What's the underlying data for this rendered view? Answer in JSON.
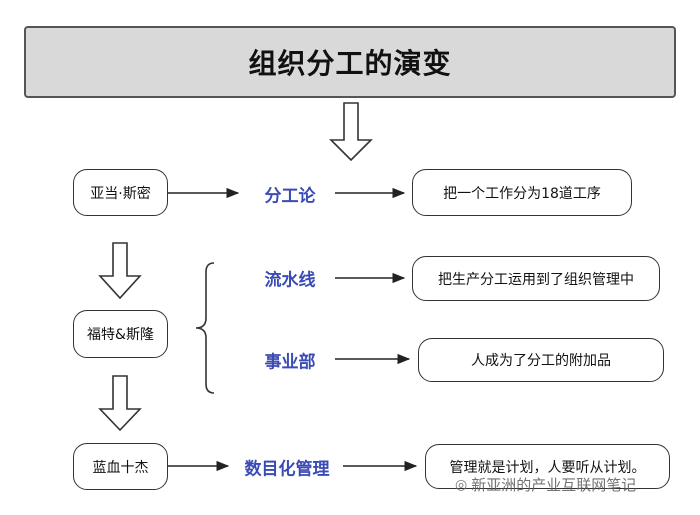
{
  "title": "组织分工的演变",
  "people": {
    "smith": "亚当·斯密",
    "ford": "福特&斯隆",
    "bluechip": "蓝血十杰"
  },
  "concepts": {
    "division": "分工论",
    "assembly": "流水线",
    "division_dept": "事业部",
    "digital": "数目化管理"
  },
  "outcomes": {
    "division": "把一个工作分为18道工序",
    "assembly": "把生产分工运用到了组织管理中",
    "division_dept": "人成为了分工的附加品",
    "digital": "管理就是计划，人要听从计划。"
  },
  "watermark": "新亚洲的产业互联网笔记"
}
